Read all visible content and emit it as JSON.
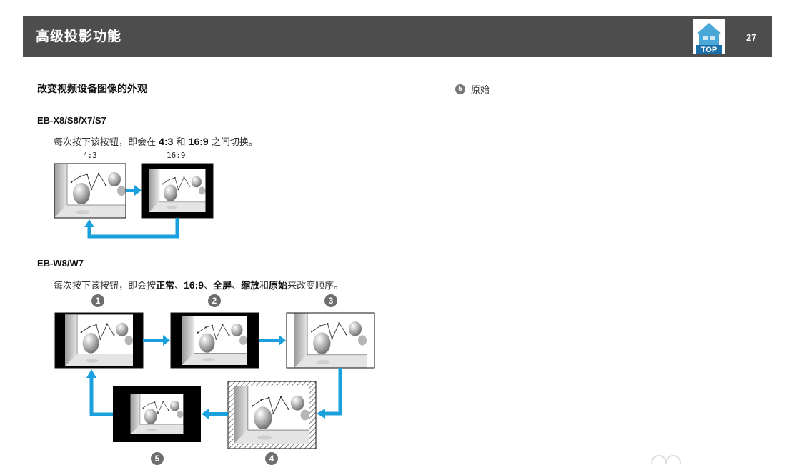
{
  "header": {
    "title": "高级投影功能",
    "top_label": "TOP",
    "page_number": "27"
  },
  "section": {
    "title": "改变视频设备图像的外观"
  },
  "right_column": {
    "item_number": "5",
    "item_label": "原始"
  },
  "models_a": {
    "heading": "EB-X8/S8/X7/S7",
    "text_1": "每次按下该按钮，即会在",
    "ratio_1": "4:3",
    "text_2": "和",
    "ratio_2": "16:9",
    "text_3": "之间切换。",
    "labels": [
      "4:3",
      "16:9"
    ]
  },
  "models_b": {
    "heading": "EB-W8/W7",
    "text_1": "每次按下该按钮，即会按",
    "mode_normal": "正常",
    "sep": "、",
    "mode_169": "16:9",
    "mode_full": "全屏",
    "mode_zoom": "缩放",
    "text_and": "和",
    "mode_original": "原始",
    "text_end": "来改变顺序。",
    "step_numbers": [
      "1",
      "2",
      "3",
      "4",
      "5"
    ]
  },
  "colors": {
    "header_bg": "#4d4d4d",
    "arrow": "#1aa0dc",
    "badge": "#6e6e6e"
  }
}
